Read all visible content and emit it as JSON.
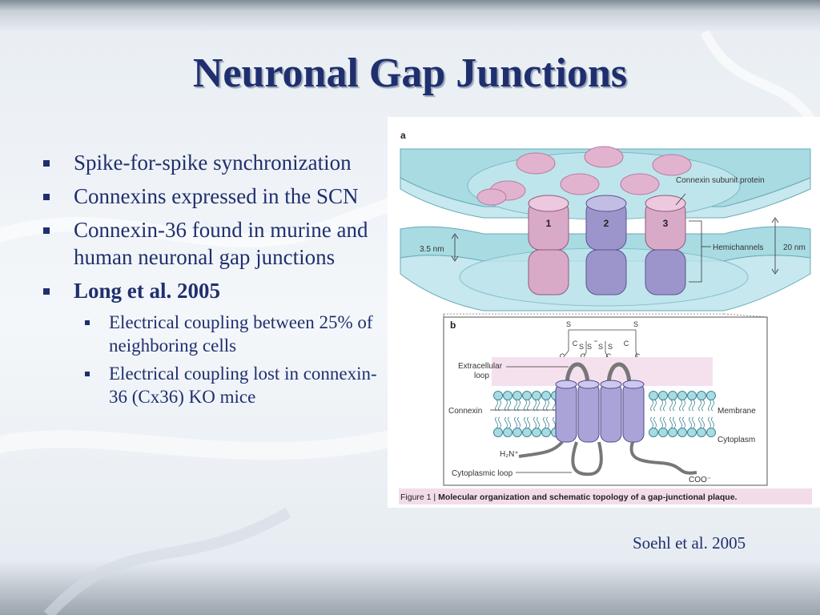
{
  "slide": {
    "title": "Neuronal Gap Junctions",
    "bullets": [
      {
        "text": "Spike-for-spike synchronization",
        "lines": [
          "Spike-for-spike",
          "synchronization"
        ],
        "bold": false
      },
      {
        "text": "Connexins expressed in the SCN",
        "lines": [
          "Connexins expressed in the",
          "SCN"
        ],
        "bold": false
      },
      {
        "text": "Connexin-36 found in murine and human neuronal gap junctions",
        "lines": [
          "Connexin-36 found in",
          "murine and human neuronal",
          "gap junctions"
        ],
        "bold": false
      },
      {
        "text": "Long et al. 2005",
        "lines": [
          "Long et al. 2005"
        ],
        "bold": true,
        "sub_bullets": [
          {
            "text": "Electrical coupling between 25% of neighboring cells",
            "lines": [
              "Electrical coupling between",
              "25% of neighboring cells"
            ]
          },
          {
            "text": "Electrical coupling lost in connexin-36 (Cx36) KO mice",
            "lines": [
              "Electrical coupling lost in",
              "connexin-36 (Cx36) KO mice"
            ]
          }
        ]
      }
    ],
    "credit": "Soehl et al. 2005"
  },
  "figure": {
    "panel_a_label": "a",
    "panel_b_label": "b",
    "panel_a": {
      "channel_numbers": [
        "1",
        "2",
        "3"
      ],
      "connexin_subunit_protein": "Connexin subunit protein",
      "hemichannels": "Hemichannels",
      "gap_width": "3.5 nm",
      "junction_width": "20 nm"
    },
    "panel_b": {
      "extracellular_loop": [
        "Extracellular",
        "loop"
      ],
      "connexin": "Connexin",
      "membrane": "Membrane",
      "cytoplasm": "Cytoplasm",
      "n_terminus": "H₂N⁺",
      "cytoplasmic_loop": "Cytoplasmic loop",
      "c_terminus": "COO⁻",
      "cysteine": "C",
      "sulfur": "S"
    },
    "caption_prefix": "Figure 1 | ",
    "caption": "Molecular organization and schematic topology of a gap-junctional plaque."
  },
  "colors": {
    "title": "#1f2f6e",
    "membrane_blue": "#a9dbe3",
    "connexon_pink": "#d9a9c8",
    "connexon_purple": "#9c95cc",
    "caption_bar": "#f3dcea"
  }
}
